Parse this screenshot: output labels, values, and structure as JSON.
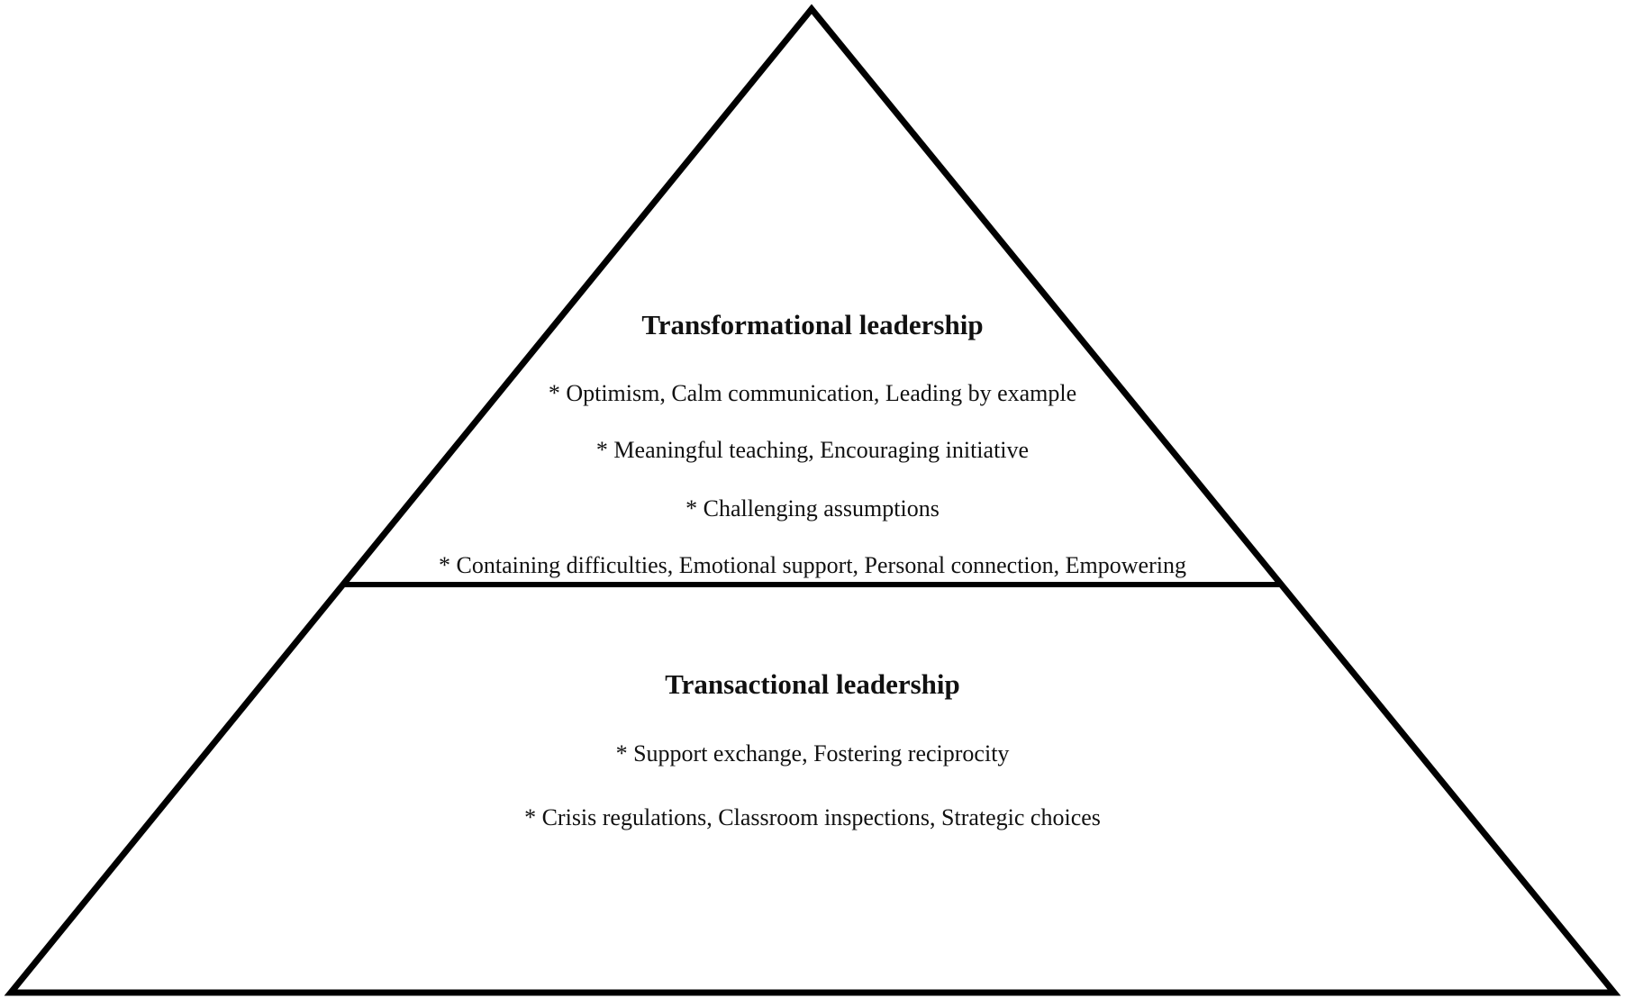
{
  "pyramid": {
    "top_tier": {
      "title": "Transformational leadership",
      "items": [
        "* Optimism, Calm communication, Leading by example",
        "* Meaningful teaching, Encouraging initiative",
        "* Challenging assumptions",
        "* Containing difficulties, Emotional support, Personal connection, Empowering"
      ]
    },
    "bottom_tier": {
      "title": "Transactional leadership",
      "items": [
        "* Support exchange, Fostering reciprocity",
        "* Crisis regulations, Classroom inspections, Strategic choices"
      ]
    }
  },
  "colors": {
    "outline": "#000000",
    "background": "#ffffff",
    "text": "#111111"
  }
}
